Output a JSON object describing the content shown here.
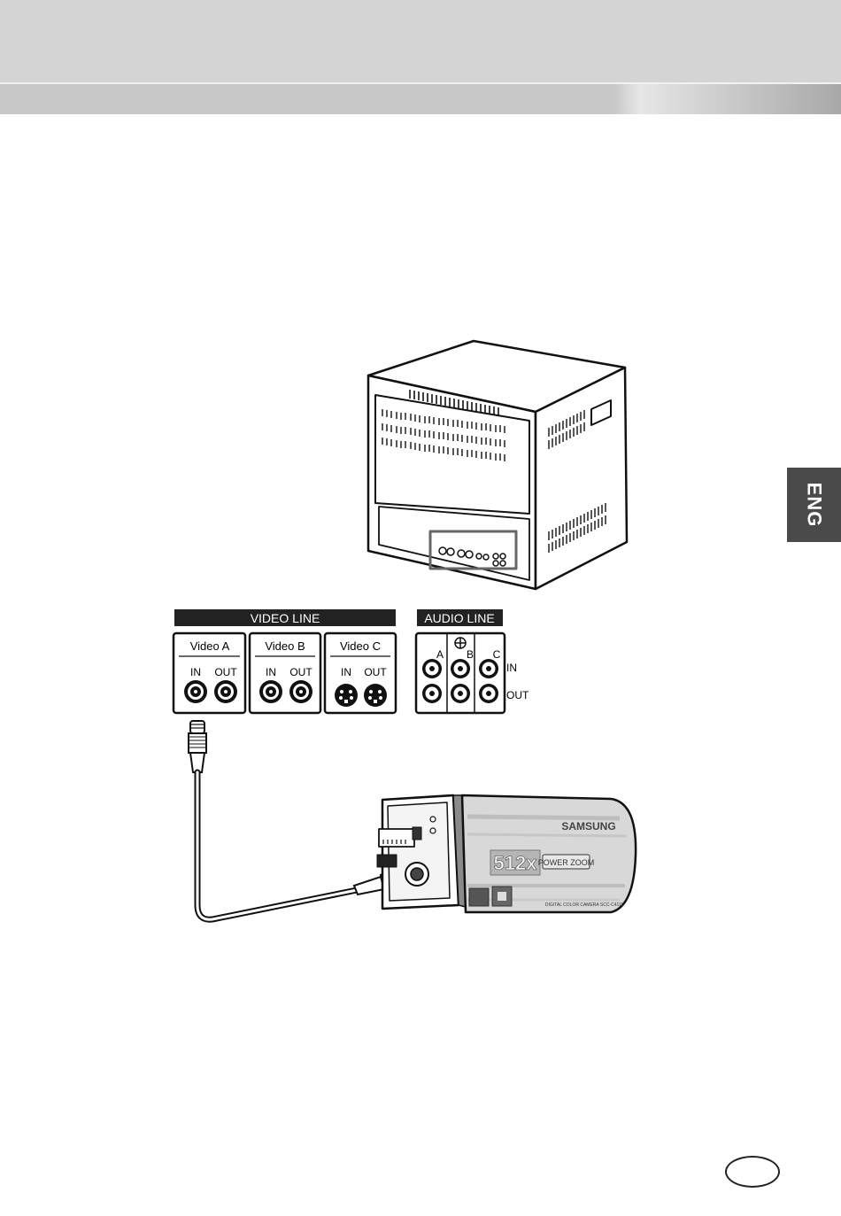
{
  "side_tab": {
    "label": "ENG"
  },
  "video_line": {
    "title": "VIDEO LINE",
    "groups": [
      {
        "label": "Video A",
        "in": "IN",
        "out": "OUT"
      },
      {
        "label": "Video B",
        "in": "IN",
        "out": "OUT"
      },
      {
        "label": "Video C",
        "in": "IN",
        "out": "OUT"
      }
    ]
  },
  "audio_line": {
    "title": "AUDIO LINE",
    "channels": [
      "A",
      "B",
      "C"
    ],
    "in_label": "IN",
    "out_label": "OUT"
  },
  "camera": {
    "brand": "SAMSUNG",
    "model_badge": "512x",
    "feature_badge": "POWER ZOOM",
    "caption": "DIGITAL COLOR CAMERA SCC-C4111"
  },
  "icons": [
    "monitor-illustration",
    "camera-illustration",
    "bnc-cable",
    "ground-icon"
  ]
}
